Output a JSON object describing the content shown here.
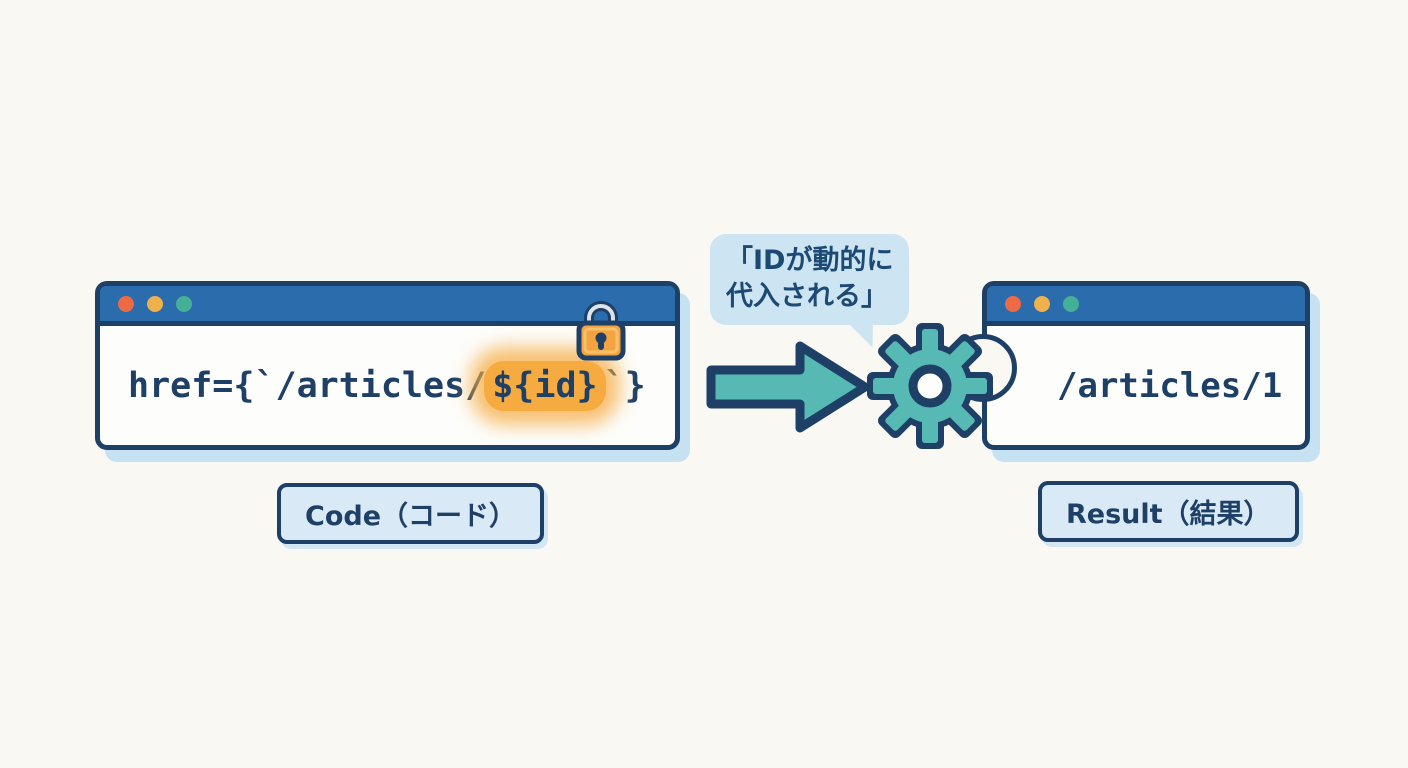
{
  "code_window": {
    "code_prefix": "href={`/articles/",
    "code_highlight": "${id}",
    "code_suffix": "`}",
    "label": "Code（コード）"
  },
  "result_window": {
    "path": "/articles/1",
    "label": "Result（結果）"
  },
  "speech_bubble": {
    "line1": "「IDが動的に",
    "line2": "代入される」"
  },
  "colors": {
    "background": "#faf8f3",
    "navy_outline": "#1e4066",
    "titlebar_blue": "#2b6cac",
    "teal_accent": "#57b9b3",
    "bubble_bg": "#cde4f2",
    "label_bg": "#d9eaf6",
    "highlight_orange": "#f6ab41",
    "shadow_blue": "#c6e1f1",
    "dot_red": "#ed6a45",
    "dot_yellow": "#f0b14c",
    "dot_teal": "#45b098",
    "lock_orange": "#f3a440"
  }
}
